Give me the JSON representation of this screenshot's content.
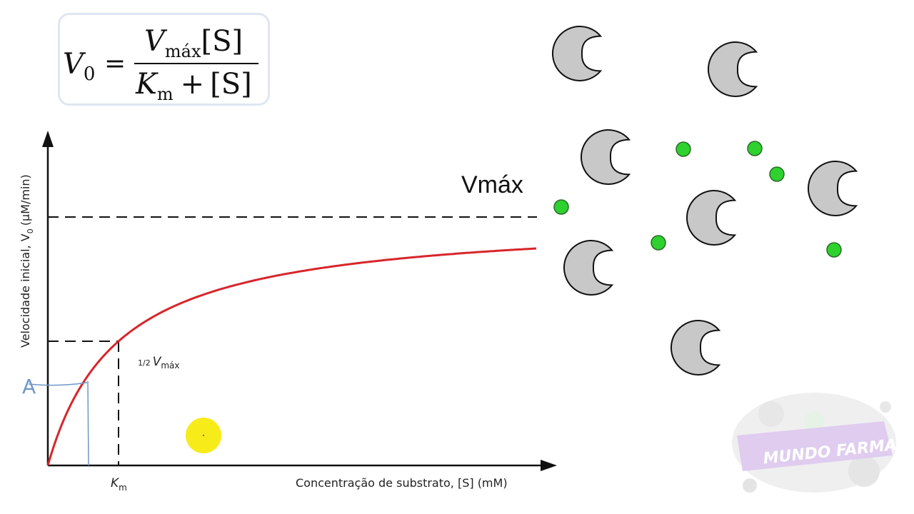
{
  "formula": {
    "lhs": "V",
    "lhs_sub": "0",
    "equals": "=",
    "num_v": "V",
    "num_sub": "máx",
    "num_s": "[S]",
    "den_k": "K",
    "den_sub": "m",
    "den_plus": "+",
    "den_s": "[S]"
  },
  "graph": {
    "y_axis_label": "Velocidade inicial, V",
    "y_axis_label_sub": "0",
    "y_axis_label_unit": "(μM/min)",
    "x_axis_label": "Concentração de substrato, [S] (mM)",
    "km_tick_label": "K",
    "km_tick_sub": "m",
    "half_vmax_fraction": "1/2",
    "half_vmax_v": "V",
    "half_vmax_sub": "máx",
    "vmax_label": "Vmáx",
    "annotation_letter": "A"
  },
  "watermark": "MUNDO FARMA",
  "colors": {
    "curve": "#d7262b",
    "enzyme_fill": "#c8c8c8",
    "substrate_fill": "#2ed12e",
    "cursor_highlight": "#f7ec19",
    "annotation": "#6f97c8"
  }
}
